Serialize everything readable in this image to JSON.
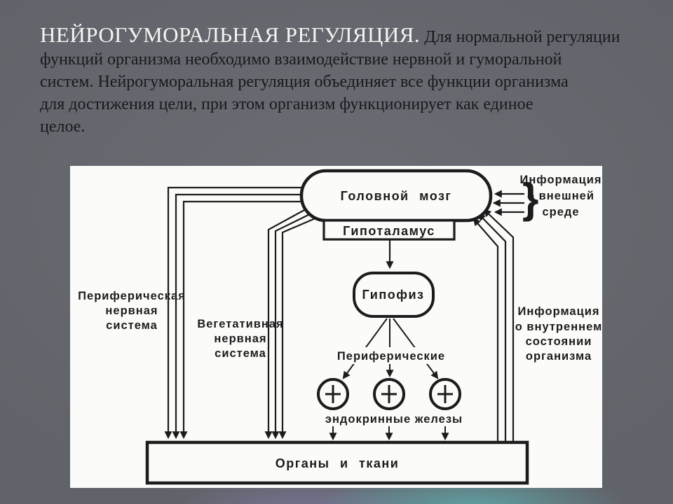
{
  "slide": {
    "heading": "НЕЙРОГУМОРАЛЬНАЯ РЕГУЛЯЦИЯ.",
    "line1_rest": " Для нормальной регуляции",
    "line2": "функций организма необходимо взаимодействие нервной и гуморальной",
    "line3": "систем. Нейрогуморальная регуляция объединяет все функции организма",
    "line4": "для достижения цели, при этом организм функционирует как единое",
    "line5": "целое."
  },
  "diagram": {
    "brain": "Головной мозг",
    "hypothalamus": "Гипоталамус",
    "pituitary": "Гипофиз",
    "peripheral": "Периферические",
    "endocrine": "эндокринные  железы",
    "organs": "Органы и ткани",
    "pns": [
      "Периферическая",
      "нервная",
      "система"
    ],
    "ans": [
      "Вегетативная",
      "нервная",
      "система"
    ],
    "ext_info": [
      "Информация",
      "о внешней",
      "среде"
    ],
    "int_info": [
      "Информация",
      "о внутреннем",
      "состоянии",
      "организма"
    ],
    "brace": "}"
  },
  "colors": {
    "background": "#606369",
    "panel": "#fbfbf9",
    "ink": "#1c1c1c",
    "heading_text": "#f4f4f2",
    "body_text": "#17191c",
    "accent_teal": "#60cdcd",
    "accent_purple": "#9687cd"
  }
}
